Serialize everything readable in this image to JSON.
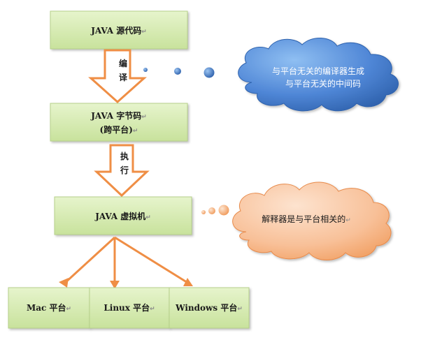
{
  "boxes": {
    "source": {
      "line1": "JAVA 源代码"
    },
    "bytecode": {
      "line1": "JAVA 字节码",
      "line2": "(跨平台)"
    },
    "jvm": {
      "line1": "JAVA 虚拟机"
    },
    "platforms": [
      "Mac 平台",
      "Linux 平台",
      "Windows 平台"
    ]
  },
  "arrows": {
    "compile": [
      "编",
      "译"
    ],
    "execute": [
      "执",
      "行"
    ]
  },
  "clouds": {
    "compile_note": [
      "与平台无关的编译器生成",
      "与平台无关的中间码"
    ],
    "interpret_note": [
      "解释器是与平台相关的"
    ]
  },
  "paragraph_mark": "↵",
  "colors": {
    "box_fill": "#d6ecb2",
    "box_stroke": "#b6d08a",
    "arrow_stroke": "#ef8e45",
    "cloud_blue": "#4f86d6",
    "cloud_orange": "#f6b27e"
  }
}
